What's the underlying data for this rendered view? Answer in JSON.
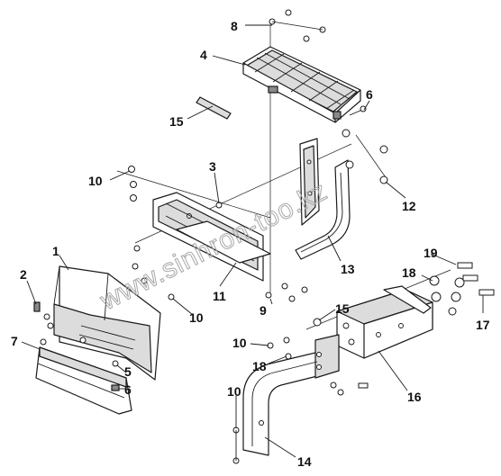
{
  "watermark": "www.sinhron-too.kz",
  "colors": {
    "line": "#1a1a1a",
    "shade": "#dcdcdc",
    "watermark": "#a8a8a8"
  },
  "callouts": [
    {
      "id": "c8",
      "text": "8"
    },
    {
      "id": "c4",
      "text": "4"
    },
    {
      "id": "c6a",
      "text": "6"
    },
    {
      "id": "c15a",
      "text": "15"
    },
    {
      "id": "c3",
      "text": "3"
    },
    {
      "id": "c10a",
      "text": "10"
    },
    {
      "id": "c12",
      "text": "12"
    },
    {
      "id": "c1",
      "text": "1"
    },
    {
      "id": "c13",
      "text": "13"
    },
    {
      "id": "c19",
      "text": "19"
    },
    {
      "id": "c2",
      "text": "2"
    },
    {
      "id": "c11",
      "text": "11"
    },
    {
      "id": "c18a",
      "text": "18"
    },
    {
      "id": "c10b",
      "text": "10"
    },
    {
      "id": "c9",
      "text": "9"
    },
    {
      "id": "c15b",
      "text": "15"
    },
    {
      "id": "c17",
      "text": "17"
    },
    {
      "id": "c7",
      "text": "7"
    },
    {
      "id": "c10c",
      "text": "10"
    },
    {
      "id": "c5",
      "text": "5"
    },
    {
      "id": "c18b",
      "text": "18"
    },
    {
      "id": "c6b",
      "text": "6"
    },
    {
      "id": "c16",
      "text": "16"
    },
    {
      "id": "c10d",
      "text": "10"
    },
    {
      "id": "c14",
      "text": "14"
    }
  ]
}
